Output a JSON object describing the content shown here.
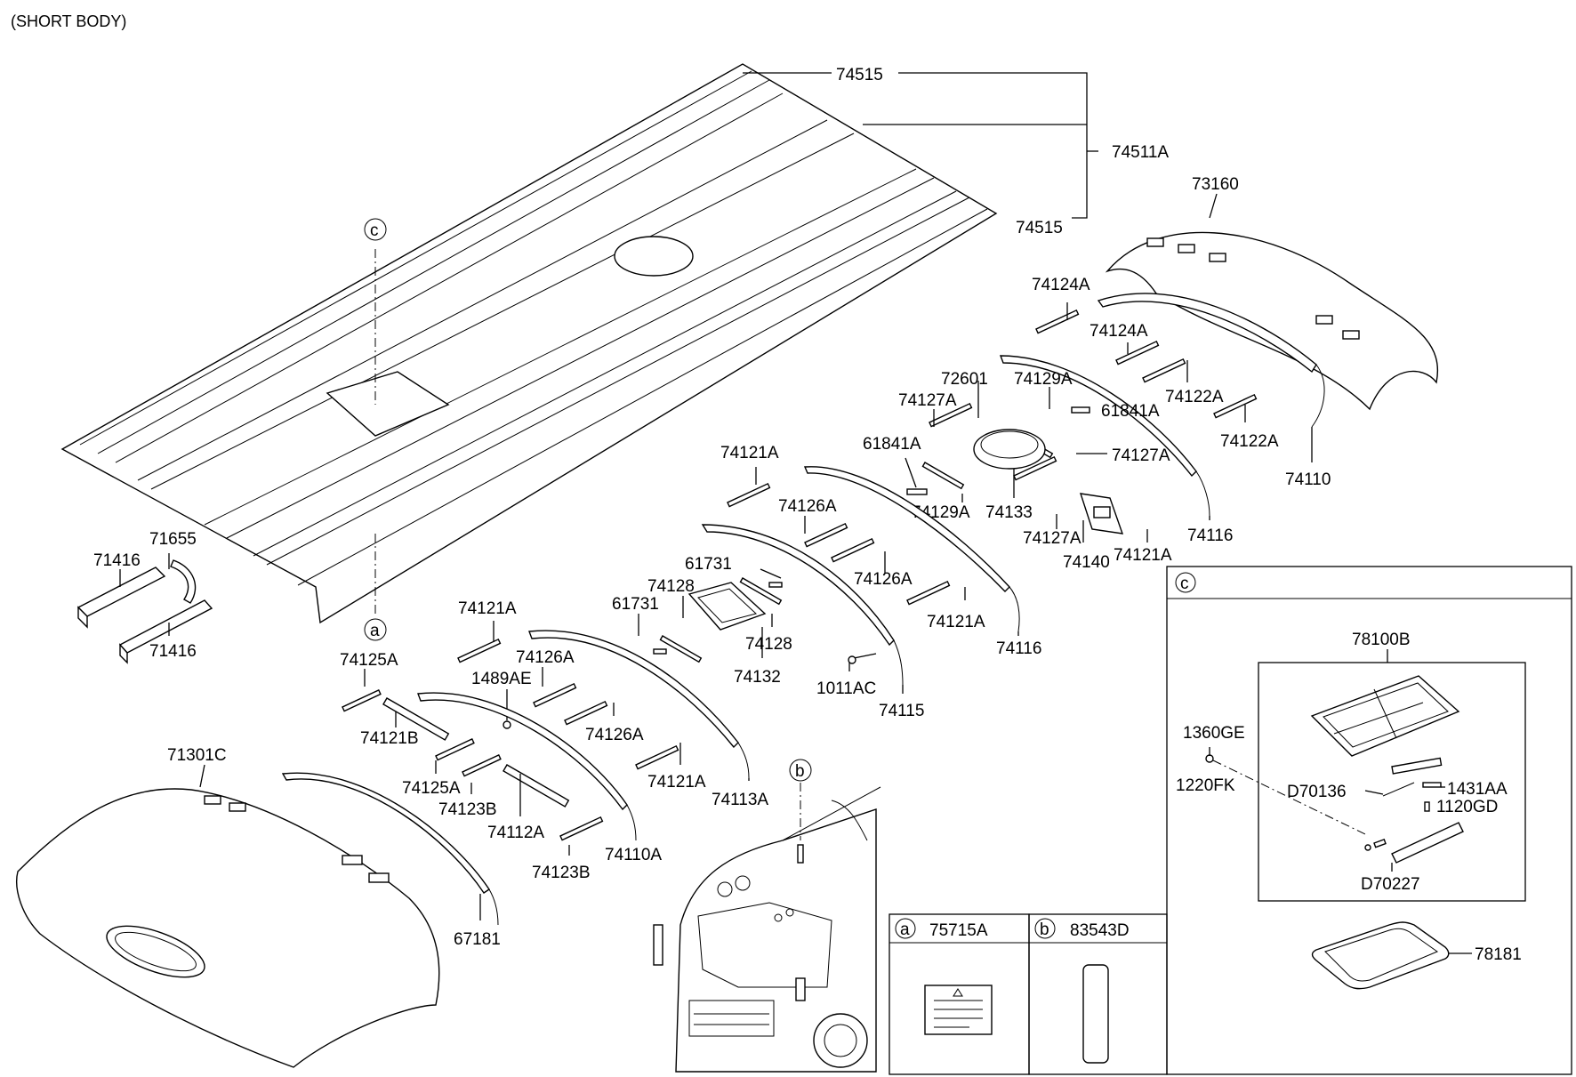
{
  "title": "(SHORT BODY)",
  "callouts": {
    "c": "c",
    "a": "a",
    "b": "b"
  },
  "part_labels": {
    "p74515_top": "74515",
    "p74511A": "74511A",
    "p74515_bot": "74515",
    "p73160": "73160",
    "p74124A_1": "74124A",
    "p74124A_2": "74124A",
    "p72601": "72601",
    "p74129A_1": "74129A",
    "p74127A_1": "74127A",
    "p61841A_1": "61841A",
    "p74122A_1": "74122A",
    "p74122A_2": "74122A",
    "p61841A_2": "61841A",
    "p74127A_2": "74127A",
    "p74110": "74110",
    "p74121A_1": "74121A",
    "p74129A_2": "74129A",
    "p74133": "74133",
    "p74126A_1": "74126A",
    "p74127A_3": "74127A",
    "p74121A_2": "74121A",
    "p74116_1": "74116",
    "p74140": "74140",
    "p71655": "71655",
    "p71416_1": "71416",
    "p71416_2": "71416",
    "p61731_1": "61731",
    "p74128_1": "74128",
    "p74126A_2": "74126A",
    "p61731_2": "61731",
    "p74128_2": "74128",
    "p74121A_3": "74121A",
    "p74116_2": "74116",
    "p74121A_4": "74121A",
    "p74132": "74132",
    "p1011AC": "1011AC",
    "p74115": "74115",
    "p74125A_1": "74125A",
    "p74126A_3": "74126A",
    "p1489AE": "1489AE",
    "p74121B": "74121B",
    "p74126A_4": "74126A",
    "p71301C": "71301C",
    "p74125A_2": "74125A",
    "p74123B_1": "74123B",
    "p74121A_5": "74121A",
    "p74113A": "74113A",
    "p74112A": "74112A",
    "p74110A": "74110A",
    "p74123B_2": "74123B",
    "p67181": "67181"
  },
  "detail_c": {
    "header": "c",
    "p78100B": "78100B",
    "p1360GE": "1360GE",
    "p1220FK": "1220FK",
    "pD70136": "D70136",
    "p1431AA": "1431AA",
    "p1120GD": "1120GD",
    "pD70227": "D70227",
    "p78181": "78181"
  },
  "detail_a": {
    "header": "a",
    "part": "75715A"
  },
  "detail_b": {
    "header": "b",
    "part": "83543D"
  }
}
